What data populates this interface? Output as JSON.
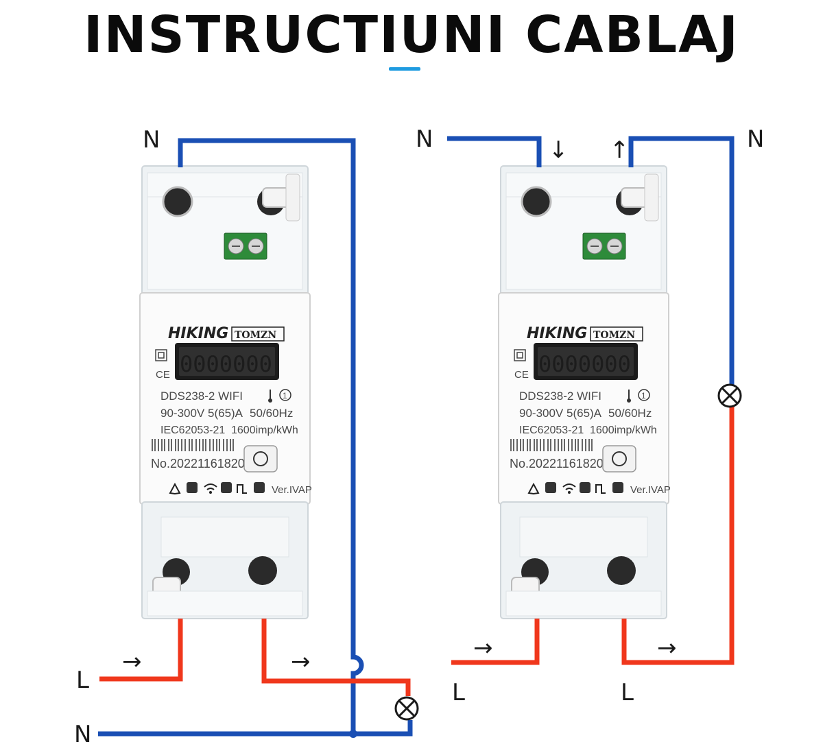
{
  "title": "INSTRUCTIUNI CABLAJ",
  "colors": {
    "neutral_wire": "#1a4fb4",
    "live_wire": "#f0371c",
    "title_underline": "#1e9be0",
    "terminal_block": "#2e8b3a"
  },
  "wire_labels": {
    "left_n_top": "N",
    "left_l": "L",
    "left_n_bottom": "N",
    "right_n_left": "N",
    "right_n_right": "N",
    "right_l_left": "L",
    "right_l_right": "L"
  },
  "arrows": {
    "right": "→",
    "down": "↓",
    "up": "↑"
  },
  "meter": {
    "brand": "HIKING",
    "brand2": "TOMZN",
    "display": "0000000",
    "ce_mark": "CE",
    "model": "DDS238-2 WIFI",
    "rating": "90-300V 5(65)A",
    "frequency": "50/60Hz",
    "standard": "IEC62053-21",
    "constant": "1600imp/kWh",
    "serial": "No.202211618207",
    "version": "Ver.IVAP",
    "class": "1"
  },
  "icons": [
    "lamp-icon",
    "warning-icon",
    "wifi-icon",
    "pulse-icon",
    "reset-icon",
    "double-insulation-icon",
    "thermometer-icon"
  ]
}
